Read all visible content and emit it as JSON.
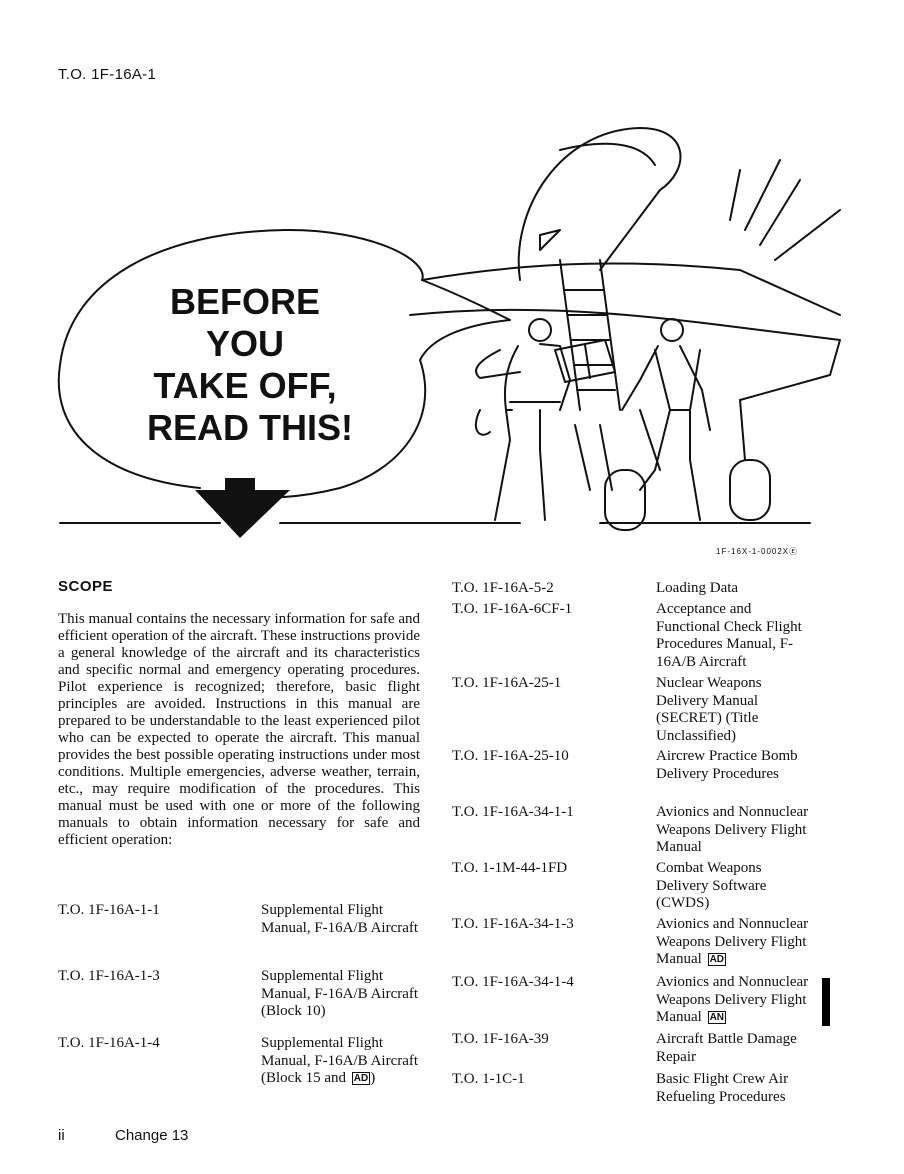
{
  "header": {
    "doc_number": "T.O. 1F-16A-1"
  },
  "illustration": {
    "lines": [
      "BEFORE",
      "YOU",
      "TAKE OFF,",
      "READ THIS!"
    ],
    "figure_id": "1F-16X-1-0002XⒺ"
  },
  "scope": {
    "heading": "SCOPE",
    "paragraph": "This manual contains the necessary information for safe and efficient operation of the aircraft. These instructions provide a general knowledge of the aircraft and its characteristics and specific normal and emergency operating procedures. Pilot experience is recognized; therefore, basic flight principles are avoided. Instructions in this manual are prepared to be understandable to the least experienced pilot who can be expected to operate the aircraft. This manual provides the best possible operating instructions under most conditions. Multiple emergencies, adverse weather, terrain, etc., may require modification of the procedures. This manual must be used with one or more of the following manuals to obtain information necessary for safe and efficient operation:"
  },
  "left_refs": [
    {
      "number": "T.O. 1F-16A-1-1",
      "title": "Supplemental Flight Manual, F-16A/B Aircraft",
      "badge": ""
    },
    {
      "number": "T.O. 1F-16A-1-3",
      "title": "Supplemental Flight Manual, F-16A/B Aircraft (Block 10)",
      "badge": ""
    },
    {
      "number": "T.O. 1F-16A-1-4",
      "title": "Supplemental Flight Manual, F-16A/B Aircraft (Block 15 and",
      "badge": "AD",
      "suffix": ")"
    }
  ],
  "right_refs": [
    {
      "number": "T.O. 1F-16A-5-2",
      "title": "Loading Data",
      "badge": ""
    },
    {
      "number": "T.O. 1F-16A-6CF-1",
      "title": "Acceptance and Functional Check Flight Procedures Manual, F-16A/B Aircraft",
      "badge": ""
    },
    {
      "number": "T.O. 1F-16A-25-1",
      "title": "Nuclear Weapons Delivery Manual (SECRET) (Title Unclassified)",
      "badge": ""
    },
    {
      "number": "T.O. 1F-16A-25-10",
      "title": "Aircrew Practice Bomb Delivery Procedures",
      "badge": ""
    },
    {
      "number": "T.O. 1F-16A-34-1-1",
      "title": "Avionics and Nonnuclear Weapons Delivery Flight Manual",
      "badge": ""
    },
    {
      "number": "T.O. 1-1M-44-1FD",
      "title": "Combat Weapons Delivery Software (CWDS)",
      "badge": ""
    },
    {
      "number": "T.O. 1F-16A-34-1-3",
      "title": "Avionics and Nonnuclear Weapons Delivery Flight Manual",
      "badge": "AD"
    },
    {
      "number": "T.O. 1F-16A-34-1-4",
      "title": "Avionics and Nonnuclear Weapons Delivery Flight Manual",
      "badge": "AN"
    },
    {
      "number": "T.O. 1F-16A-39",
      "title": "Aircraft Battle Damage Repair",
      "badge": ""
    },
    {
      "number": "T.O. 1-1C-1",
      "title": "Basic Flight Crew Air Refueling Procedures",
      "badge": ""
    }
  ],
  "footer": {
    "page": "ii",
    "change": "Change 13"
  }
}
